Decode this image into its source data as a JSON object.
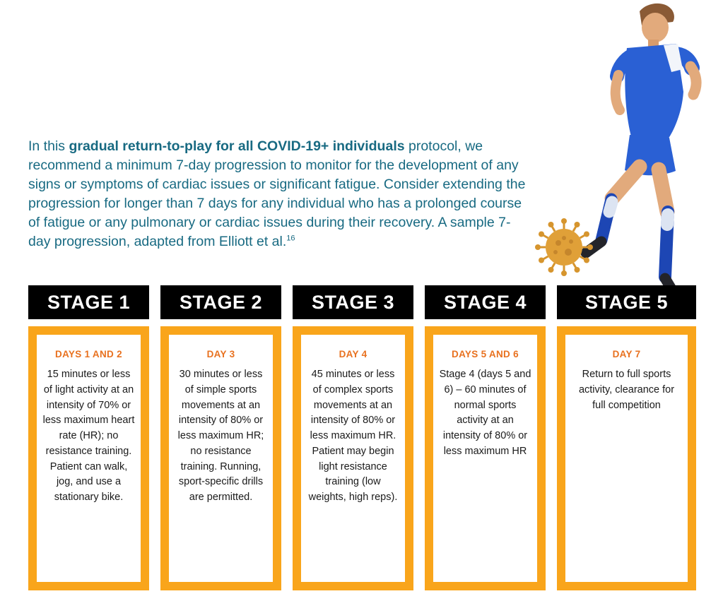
{
  "intro": {
    "text_before": "In this ",
    "text_bold": "gradual return-to-play for all COVID-19+ individuals",
    "text_after": " protocol, we recommend a minimum 7-day progression to monitor for the development of any signs or symptoms of cardiac issues or significant fatigue. Consider extending the progression for longer than 7 days for any individual who has a prolonged course of fatigue or any pulmonary or cardiac issues during their recovery. A sample 7-day progression, adapted from Elliott et al.",
    "citation": "16"
  },
  "stages": [
    {
      "title": "STAGE 1",
      "days": "DAYS 1 AND 2",
      "body": "15 minutes or less of light activity at an intensity of 70% or less maximum heart rate (HR); no resistance training. Patient can walk, jog, and use a stationary bike."
    },
    {
      "title": "STAGE 2",
      "days": "DAY 3",
      "body": "30 minutes or less of simple sports movements at an intensity of 80% or less maximum HR; no resistance training. Running, sport-specific drills are permitted."
    },
    {
      "title": "STAGE 3",
      "days": "DAY 4",
      "body": "45 minutes or less of complex sports movements at an intensity of 80% or less maximum HR. Patient may begin light resistance training (low weights, high reps)."
    },
    {
      "title": "STAGE 4",
      "days": "DAYS 5 AND 6",
      "body": "Stage 4 (days 5 and 6) – 60 minutes of normal sports activity at an intensity of 80% or less maximum HR"
    },
    {
      "title": "STAGE 5",
      "days": "DAY 7",
      "body": "Return to full sports activity, clearance for full competition"
    }
  ],
  "icons": {
    "coronavirus": "coronavirus-icon",
    "player_photo": "soccer-player-photo"
  },
  "colors": {
    "teal": "#186a82",
    "yellow": "#f9a51b",
    "orange": "#e8711f",
    "black": "#000000"
  }
}
